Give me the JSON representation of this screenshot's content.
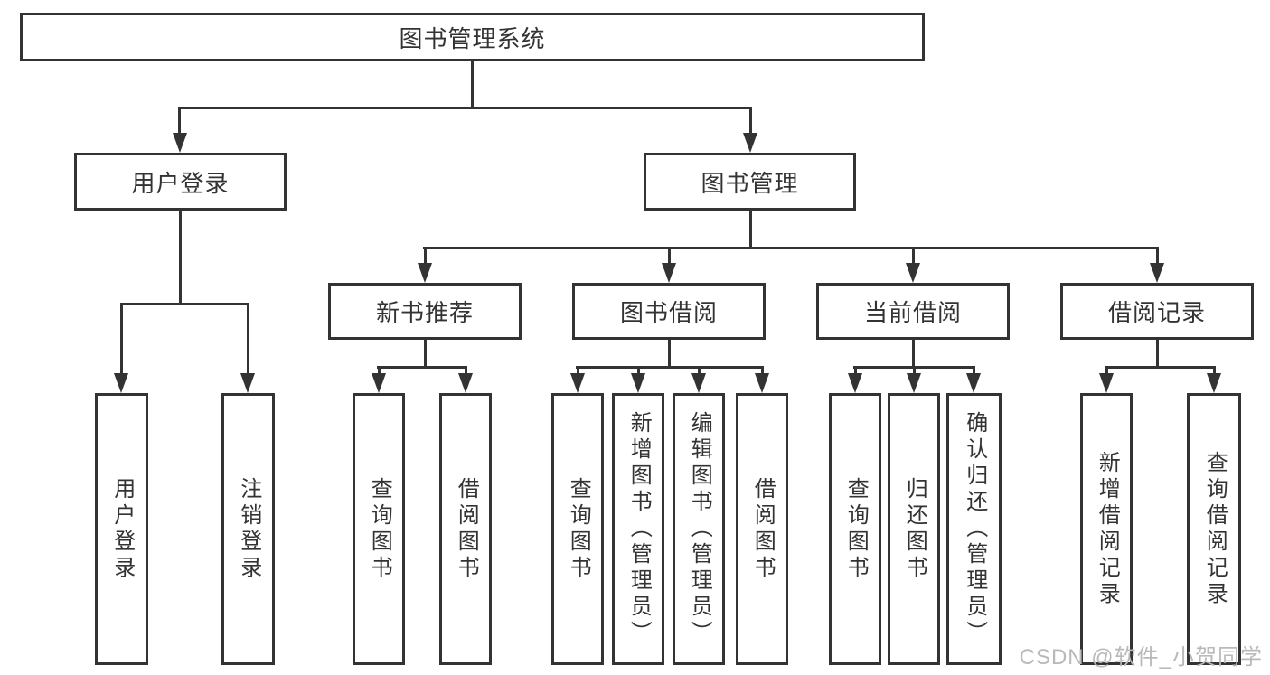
{
  "diagram": {
    "root": "图书管理系统",
    "branches": {
      "user": "用户登录",
      "book": "图书管理"
    },
    "user_children": [
      "用户登录",
      "注销登录"
    ],
    "book_children": [
      "新书推荐",
      "图书借阅",
      "当前借阅",
      "借阅记录"
    ],
    "new_book_leaves": [
      "查询图书",
      "借阅图书"
    ],
    "borrow_leaves": [
      "查询图书",
      "新增图书（管理员）",
      "编辑图书（管理员）",
      "借阅图书"
    ],
    "current_leaves": [
      "查询图书",
      "归还图书",
      "确认归还（管理员）"
    ],
    "record_leaves": [
      "新增借阅记录",
      "查询借阅记录"
    ]
  },
  "watermark": "CSDN @软件_小贺同学",
  "colors": {
    "line": "#333333",
    "text": "#333333",
    "background": "#ffffff",
    "watermark": "#b9b9b9"
  }
}
